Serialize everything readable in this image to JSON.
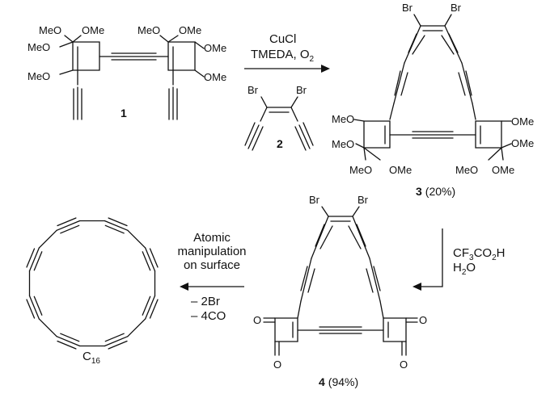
{
  "atoms": {
    "meo": "MeO",
    "ome": "OMe",
    "br": "Br",
    "o": "O"
  },
  "compounds": {
    "c1": {
      "number": "1"
    },
    "c2": {
      "number": "2"
    },
    "c3": {
      "number": "3",
      "yield": "(20%)"
    },
    "c4": {
      "number": "4",
      "yield": "(94%)"
    },
    "c16": {
      "base": "C",
      "sub": "16"
    }
  },
  "step1": {
    "reagent_line1": "CuCl",
    "reagent_line2_base": "TMEDA, O",
    "reagent_line2_sub": "2"
  },
  "step2": {
    "line1_a": "CF",
    "line1_sub1": "3",
    "line1_b": "CO",
    "line1_sub2": "2",
    "line1_c": "H",
    "line2_a": "H",
    "line2_sub": "2",
    "line2_b": "O"
  },
  "step3": {
    "line1": "Atomic",
    "line2": "manipulation",
    "line3": "on surface",
    "line4": "– 2Br",
    "line5": "– 4CO"
  }
}
